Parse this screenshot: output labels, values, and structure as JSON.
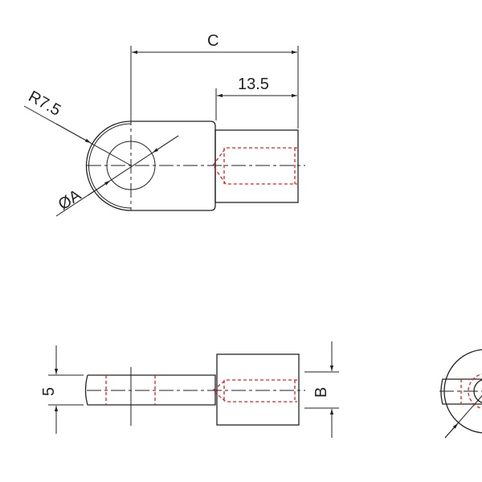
{
  "dimensions": {
    "overall_length": "C",
    "shank_length": "13.5",
    "radius": "R7.5",
    "hole_diameter": "ØA",
    "thickness": "5",
    "shank_width": "B"
  },
  "colors": {
    "outline": "#222222",
    "hidden_thread": "#e02020"
  }
}
